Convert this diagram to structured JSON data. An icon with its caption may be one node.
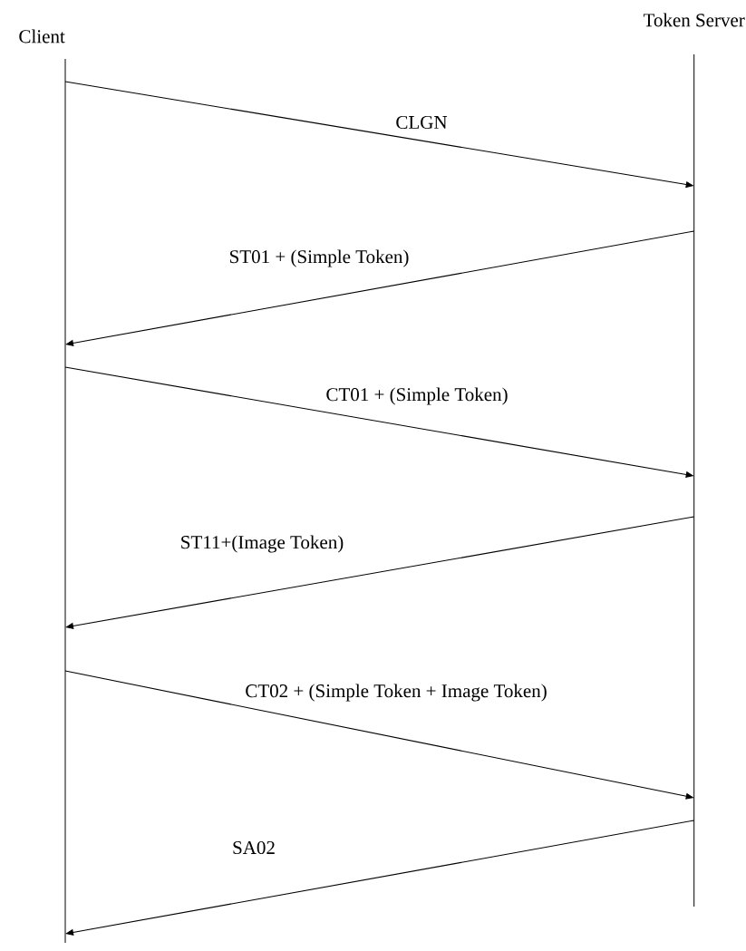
{
  "diagram": {
    "nodes": [
      {
        "text": [
          "Client"
        ]
      },
      {
        "text": [
          "Token Server"
        ]
      }
    ],
    "edges": [
      {
        "from": 0,
        "to": 1,
        "arrow": "to",
        "label": "CLGN"
      },
      {
        "from": 1,
        "to": 0,
        "arrow": "to",
        "label": "ST01 + (Simple Token)"
      },
      {
        "from": 0,
        "to": 1,
        "arrow": "to",
        "label": "CT01 + (Simple Token)"
      },
      {
        "from": 1,
        "to": 0,
        "arrow": "to",
        "label": "ST11+(Image Token)"
      },
      {
        "from": 0,
        "to": 1,
        "arrow": "to",
        "label": "CT02 + (Simple Token + Image Token)"
      },
      {
        "from": 1,
        "to": 0,
        "arrow": "to",
        "label": "SA02"
      }
    ]
  }
}
